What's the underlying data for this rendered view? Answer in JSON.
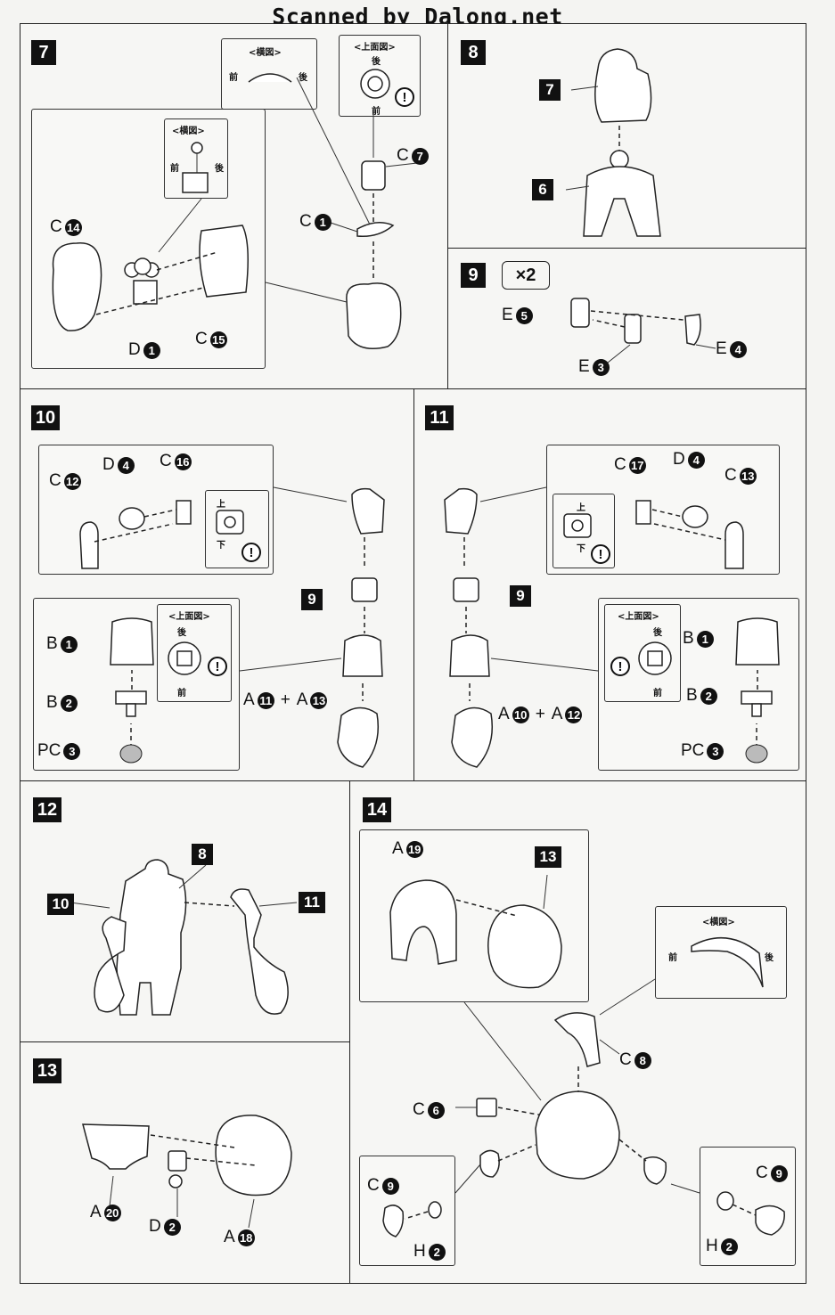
{
  "header": "Scanned by Dalong.net",
  "side_view": "<横図>",
  "top_view": "<上面図>",
  "front": "前",
  "back": "後",
  "up": "上",
  "down": "下",
  "warn": "!",
  "plus": "+",
  "times": "×2",
  "steps": {
    "s7": "7",
    "s8": "8",
    "s9": "9",
    "s10": "10",
    "s11": "11",
    "s12": "12",
    "s13": "13",
    "s14": "14"
  },
  "parts": {
    "c14": {
      "l": "C",
      "n": "14"
    },
    "d1": {
      "l": "D",
      "n": "1"
    },
    "c15": {
      "l": "C",
      "n": "15"
    },
    "c1": {
      "l": "C",
      "n": "1"
    },
    "c7": {
      "l": "C",
      "n": "7"
    },
    "e5": {
      "l": "E",
      "n": "5"
    },
    "e3": {
      "l": "E",
      "n": "3"
    },
    "e4": {
      "l": "E",
      "n": "4"
    },
    "c12": {
      "l": "C",
      "n": "12"
    },
    "d4a": {
      "l": "D",
      "n": "4"
    },
    "c16": {
      "l": "C",
      "n": "16"
    },
    "b1a": {
      "l": "B",
      "n": "1"
    },
    "b2a": {
      "l": "B",
      "n": "2"
    },
    "pc3a": {
      "l": "PC",
      "n": "3"
    },
    "a11": {
      "l": "A",
      "n": "11"
    },
    "a13": {
      "l": "A",
      "n": "13"
    },
    "c17": {
      "l": "C",
      "n": "17"
    },
    "d4b": {
      "l": "D",
      "n": "4"
    },
    "c13": {
      "l": "C",
      "n": "13"
    },
    "b1b": {
      "l": "B",
      "n": "1"
    },
    "b2b": {
      "l": "B",
      "n": "2"
    },
    "pc3b": {
      "l": "PC",
      "n": "3"
    },
    "a10": {
      "l": "A",
      "n": "10"
    },
    "a12": {
      "l": "A",
      "n": "12"
    },
    "a20": {
      "l": "A",
      "n": "20"
    },
    "d2": {
      "l": "D",
      "n": "2"
    },
    "a18": {
      "l": "A",
      "n": "18"
    },
    "a19": {
      "l": "A",
      "n": "19"
    },
    "c8": {
      "l": "C",
      "n": "8"
    },
    "c6": {
      "l": "C",
      "n": "6"
    },
    "c9a": {
      "l": "C",
      "n": "9"
    },
    "h2a": {
      "l": "H",
      "n": "2"
    },
    "c9b": {
      "l": "C",
      "n": "9"
    },
    "h2b": {
      "l": "H",
      "n": "2"
    }
  },
  "refs": {
    "r7": "7",
    "r6": "6",
    "r9a": "9",
    "r9b": "9",
    "r8": "8",
    "r10": "10",
    "r11": "11",
    "r13": "13"
  }
}
